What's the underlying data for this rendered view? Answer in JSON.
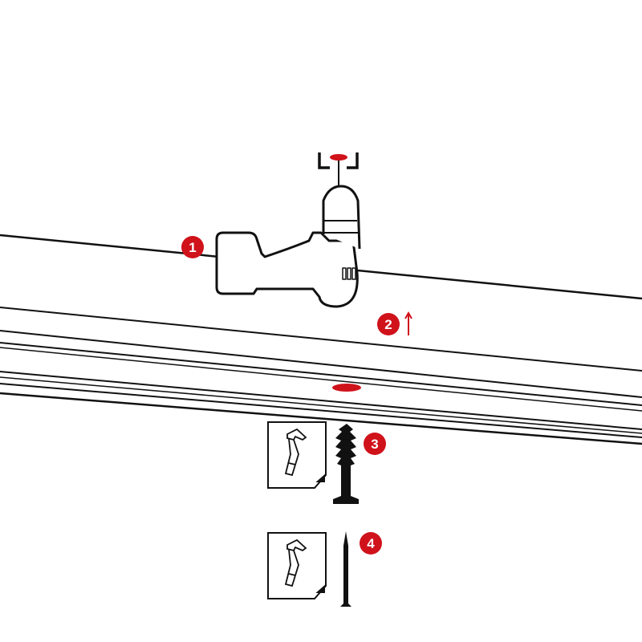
{
  "colors": {
    "accent": "#d0121b",
    "line": "#111111"
  },
  "steps": [
    {
      "number": "1",
      "description_icon": "drill-icon"
    },
    {
      "number": "2",
      "description_icon": "arrow-up-icon"
    },
    {
      "number": "3",
      "description_icon": "wall-plug-icon"
    },
    {
      "number": "4",
      "description_icon": "nail-icon"
    }
  ]
}
